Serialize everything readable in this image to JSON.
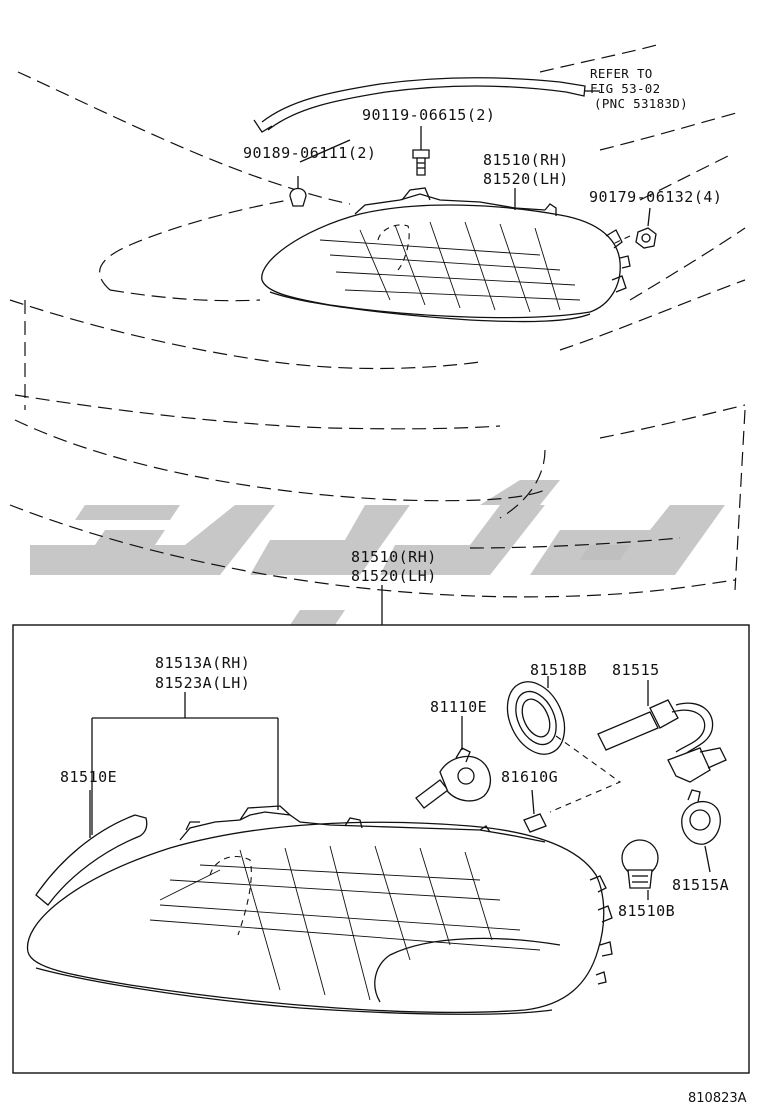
{
  "refer_note": {
    "line1": "REFER TO",
    "line2": "FIG 53-02",
    "line3": "(PNC 53183D)"
  },
  "labels": {
    "bolt_90119": "90119-06615(2)",
    "clip_90189": "90189-06111(2)",
    "nut_90179": "90179-06132(4)",
    "top_unit_rh": "81510(RH)",
    "top_unit_lh": "81520(LH)",
    "mid_unit_rh": "81510(RH)",
    "mid_unit_lh": "81520(LH)",
    "lens_rh": "81513A(RH)",
    "lens_lh": "81523A(LH)",
    "reflector": "81510E",
    "bulb_hb": "81110E",
    "cover": "81518B",
    "socket": "81515",
    "small_bulb": "81610G",
    "signal_bulb": "81510B",
    "bulb_socket": "81515A"
  },
  "figure_code": "810823A",
  "watermark_color": "#bdbdbd"
}
